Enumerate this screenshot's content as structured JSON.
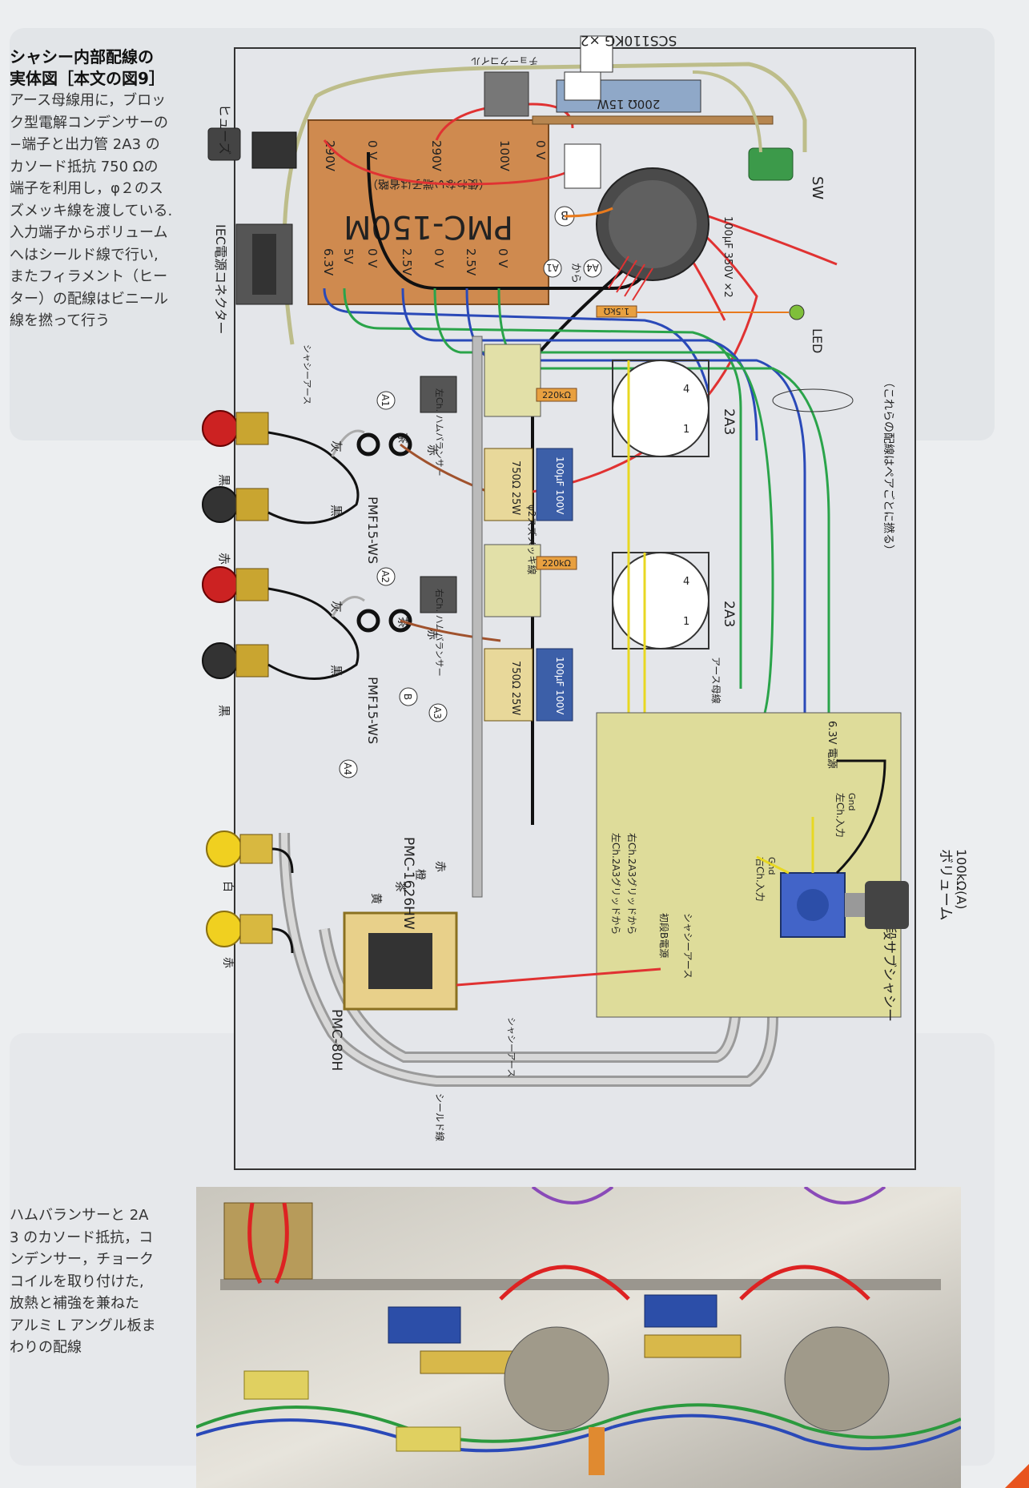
{
  "caption_top": {
    "title_line1": "シャシー内部配線の",
    "title_line2": "実体図［本文の図9］",
    "body_lines": [
      "アース母線用に，ブロッ",
      "ク型電解コンデンサーの",
      "−端子と出力管 2A3 の",
      "カソード抵抗 750 Ωの",
      "端子を利用し，φ２のス",
      "ズメッキ線を渡している.",
      "入力端子からボリューム",
      "へはシールド線で行い,",
      "またフィラメント（ヒー",
      "ター）の配線はビニール",
      "線を撚って行う"
    ]
  },
  "caption_photo": {
    "body_lines": [
      "ハムバランサーと 2A",
      "3 のカソード抵抗，コ",
      "ンデンサー，チョーク",
      "コイルを取り付けた,",
      "放熱と補強を兼ねた",
      "アルミ L アングル板ま",
      "わりの配線"
    ]
  },
  "diagram": {
    "top_right_label": "SCS110KG ×2",
    "fuse": "ヒューズ",
    "iec": "IEC電源コネクター",
    "chassis_earth": "シャシーアース",
    "choke": "チョークコイル",
    "resistor_200": "200Ω 15W",
    "transformer": "PMC-150M",
    "transformer_note": "（使わない端子は省略）",
    "tr_top_taps": [
      "290V",
      "0 V",
      "290V",
      "100V",
      "0 V"
    ],
    "tr_bottom_taps": [
      "6.3V",
      "5V",
      "0 V",
      "2.5V",
      "0 V",
      "2.5V",
      "0 V"
    ],
    "label_B": "B",
    "label_A1": "A1",
    "label_A2": "A2",
    "label_A3": "A3",
    "label_A4": "A4",
    "kara": "から",
    "cap_block": "100μF 350V ×2",
    "sw": "SW",
    "resistor_led": "1.5kΩ",
    "led": "LED",
    "pair_note": "（これらの配線はペアごとに撚る）",
    "terminal_red": "赤",
    "terminal_black": "黒",
    "terminal_gray": "灰",
    "pmf_right": "PMF15-WS",
    "pmf_left": "PMF15-WS",
    "hum_left": "左Ch. ハムバランサー",
    "hum_right": "右Ch. ハムバランサー",
    "wire_brown": "茶",
    "wire_red": "赤",
    "wire_yellow": "黄",
    "wire_orange": "橙",
    "res_220k": "220kΩ",
    "cathode_res": "750Ω 25W",
    "cathode_cap": "100μF 100V",
    "tin_wire": "φ2スズメッキ線",
    "tube": "2A3",
    "earth_bus": "アース母線",
    "pin1": "1",
    "pin4": "4",
    "subchassis": "初段サブシャシー",
    "sub_labels": {
      "l_grid": "左Ch.2A3グリッドから",
      "r_grid": "右Ch.2A3グリッドから",
      "b_power": "初段B電源",
      "chassis_earth": "シャシーアース",
      "power63": "6.3V 電源",
      "l_input": "左Ch.入力",
      "gnd": "Gnd",
      "r_input": "右Ch.入力"
    },
    "volume": "ボリューム",
    "volume_val": "100kΩ(A)",
    "pmc_80h": "PMC-80H",
    "pmc_1626": "PMC-1626HW",
    "rca_white": "白",
    "rca_red": "赤",
    "shield_label": "シールド線",
    "sub_chassis_earth": "シャシーアース"
  }
}
